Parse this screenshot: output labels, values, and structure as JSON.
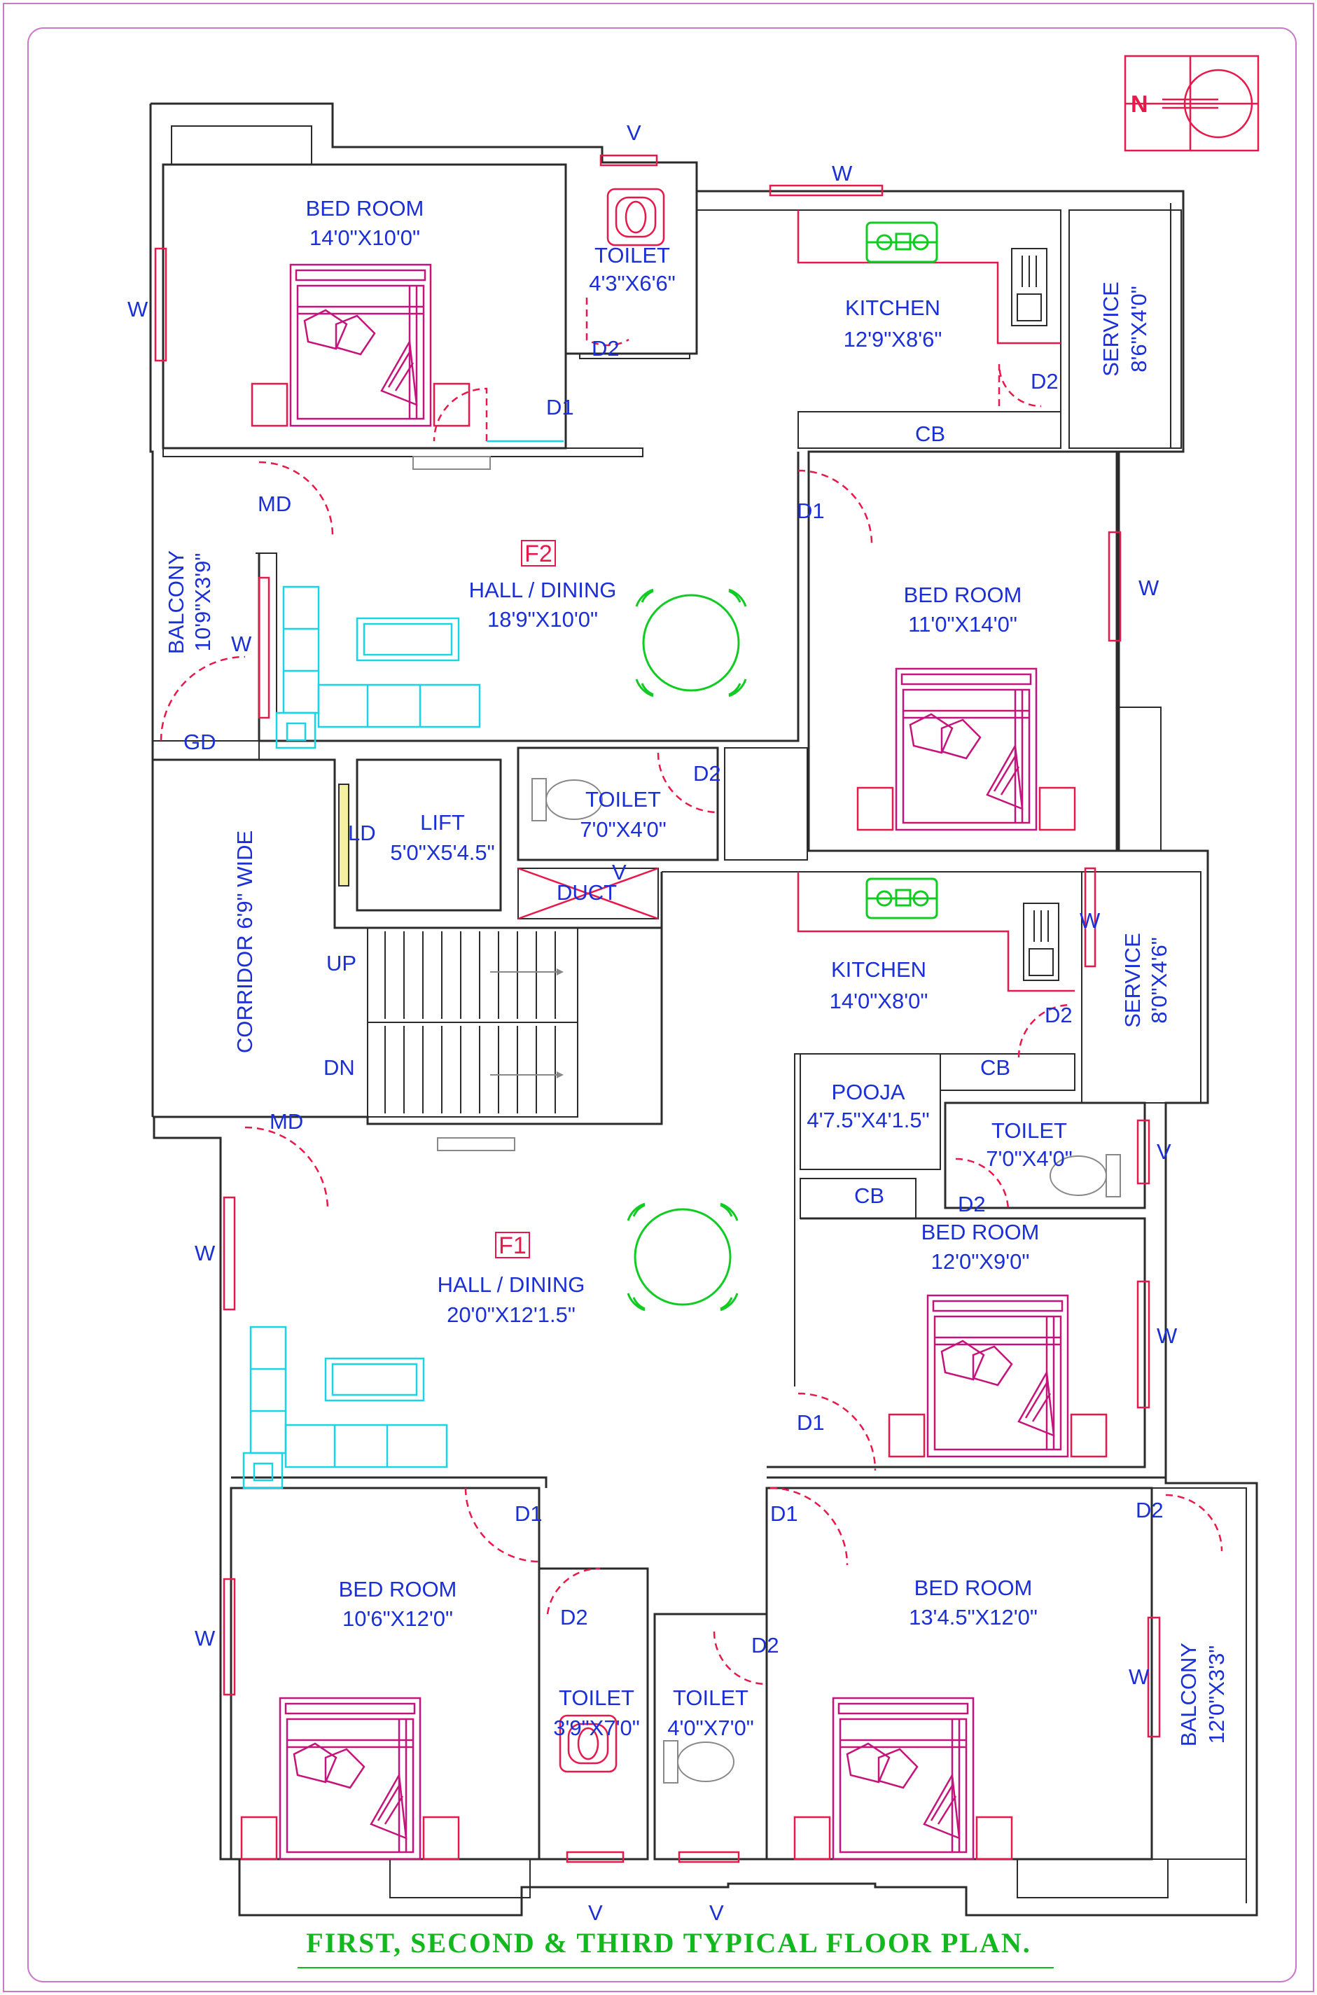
{
  "title": "FIRST, SECOND & THIRD TYPICAL FLOOR PLAN.",
  "north": "N",
  "flat_tags": {
    "f1": "F1",
    "f2": "F2"
  },
  "rooms": {
    "f2_bed1": {
      "name": "BED ROOM",
      "size": "14'0\"X10'0\""
    },
    "f2_toilet1": {
      "name": "TOILET",
      "size": "4'3\"X6'6\""
    },
    "f2_kitchen": {
      "name": "KITCHEN",
      "size": "12'9\"X8'6\""
    },
    "f2_service": {
      "name": "SERVICE",
      "size": "8'6\"X4'0\""
    },
    "f2_hall": {
      "name": "HALL / DINING",
      "size": "18'9\"X10'0\""
    },
    "f2_bed2": {
      "name": "BED ROOM",
      "size": "11'0\"X14'0\""
    },
    "f2_balcony": {
      "name": "BALCONY",
      "size": "10'9\"X3'9\""
    },
    "f2_toilet2": {
      "name": "TOILET",
      "size": "7'0\"X4'0\""
    },
    "lift": {
      "name": "LIFT",
      "size": "5'0\"X5'4.5\""
    },
    "corridor": {
      "name": "CORRIDOR 6'9\" WIDE"
    },
    "duct": {
      "name": "DUCT"
    },
    "f1_kitchen": {
      "name": "KITCHEN",
      "size": "14'0\"X8'0\""
    },
    "f1_service": {
      "name": "SERVICE",
      "size": "8'0\"X4'6\""
    },
    "f1_pooja": {
      "name": "POOJA",
      "size": "4'7.5\"X4'1.5\""
    },
    "f1_toilet1": {
      "name": "TOILET",
      "size": "7'0\"X4'0\""
    },
    "f1_bed1": {
      "name": "BED ROOM",
      "size": "12'0\"X9'0\""
    },
    "f1_hall": {
      "name": "HALL / DINING",
      "size": "20'0\"X12'1.5\""
    },
    "f1_bed2": {
      "name": "BED ROOM",
      "size": "10'6\"X12'0\""
    },
    "f1_toilet2": {
      "name": "TOILET",
      "size": "3'9\"X7'0\""
    },
    "f1_toilet3": {
      "name": "TOILET",
      "size": "4'0\"X7'0\""
    },
    "f1_bed3": {
      "name": "BED ROOM",
      "size": "13'4.5\"X12'0\""
    },
    "f1_balcony": {
      "name": "BALCONY",
      "size": "12'0\"X3'3\""
    }
  },
  "tags": {
    "w": "W",
    "v": "V",
    "d1": "D1",
    "d2": "D2",
    "md": "MD",
    "gd": "GD",
    "cb": "CB",
    "ld": "LD",
    "up": "UP",
    "dn": "DN"
  },
  "colors": {
    "walls": "#2b2b2b",
    "doors": "#e8184b",
    "windows": "#e8184b",
    "labels": "#1a2fd6",
    "furniture": "#19d3e6",
    "beds": "#c4147c",
    "tables": "#10cc22",
    "title": "#12b81e",
    "sheet_border": "#c879c8"
  }
}
